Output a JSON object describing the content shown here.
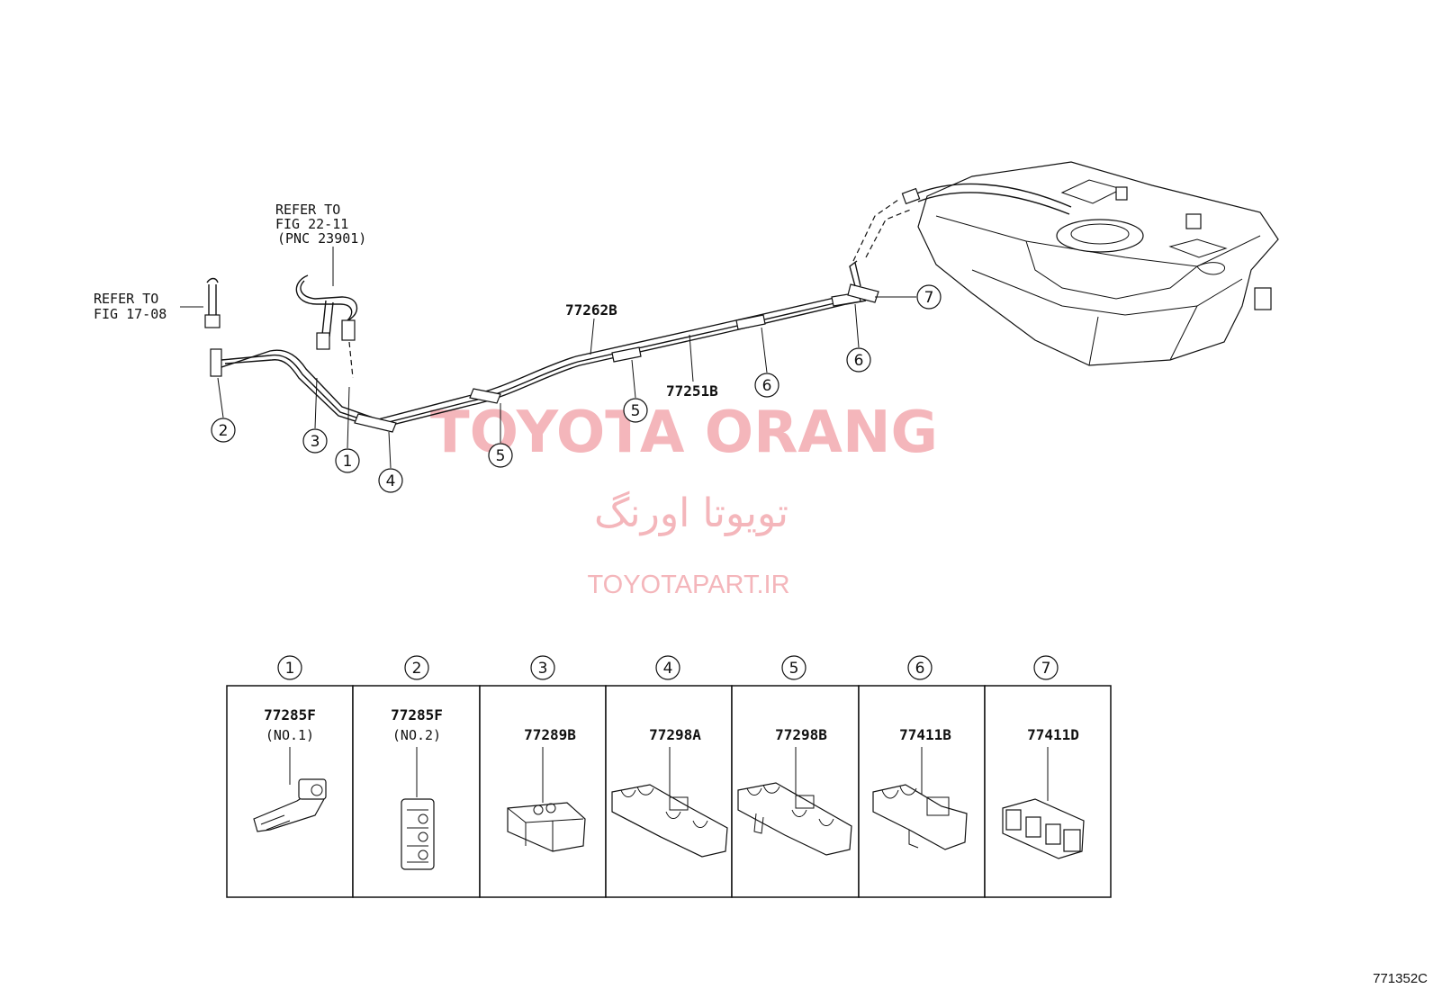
{
  "refer_1": [
    "REFER TO",
    "FIG 22-11",
    "(PNC 23901)"
  ],
  "refer_2": [
    "REFER TO",
    "FIG 17-08"
  ],
  "part_labels": {
    "p77262B": "77262B",
    "p77251B": "77251B"
  },
  "callouts": [
    "①",
    "②",
    "③",
    "④",
    "⑤",
    "⑥",
    "⑦"
  ],
  "watermark": {
    "title": "TOYOTA ORANG",
    "persian": "تویوتا اورنگ",
    "url": "TOYOTAPART.IR",
    "color": "#f4b6bb"
  },
  "table": {
    "columns": [
      {
        "num": "①",
        "part": "77285F",
        "sub": "(NO.1)"
      },
      {
        "num": "②",
        "part": "77285F",
        "sub": "(NO.2)"
      },
      {
        "num": "③",
        "part": "77289B",
        "sub": ""
      },
      {
        "num": "④",
        "part": "77298A",
        "sub": ""
      },
      {
        "num": "⑤",
        "part": "77298B",
        "sub": ""
      },
      {
        "num": "⑥",
        "part": "77411B",
        "sub": ""
      },
      {
        "num": "⑦",
        "part": "77411D",
        "sub": ""
      }
    ]
  },
  "figure_id": "771352C"
}
